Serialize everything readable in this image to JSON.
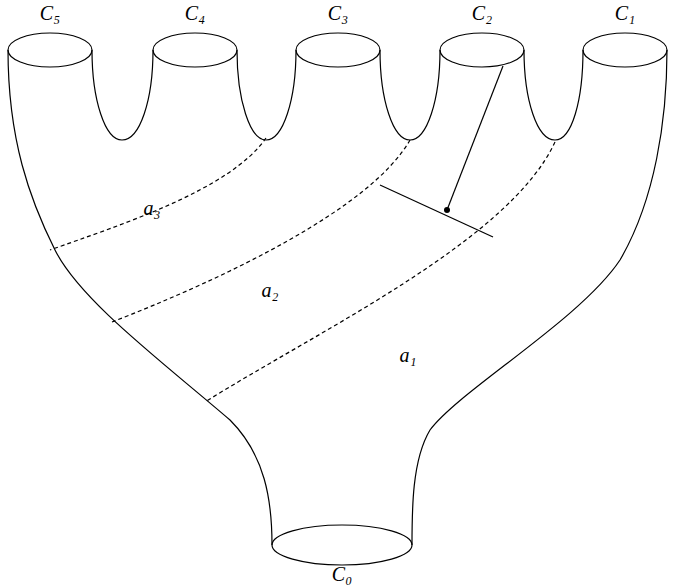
{
  "diagram": {
    "labels": [
      "C₅",
      "C₄",
      "C₃",
      "C₂",
      "C₁",
      "C₀",
      "a₃",
      "a₂",
      "a₁"
    ]
  }
}
